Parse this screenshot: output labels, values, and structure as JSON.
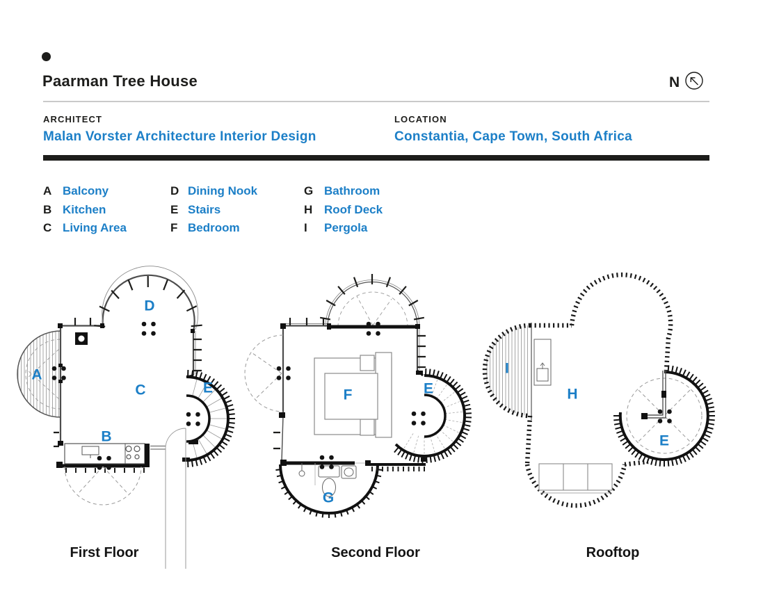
{
  "header": {
    "title": "Paarman Tree House",
    "compass_label": "N"
  },
  "info": {
    "architect_label": "ARCHITECT",
    "architect_name": "Malan Vorster Architecture Interior Design",
    "location_label": "LOCATION",
    "location_name": "Constantia, Cape Town, South Africa"
  },
  "legend": {
    "items": [
      {
        "letter": "A",
        "label": "Balcony"
      },
      {
        "letter": "B",
        "label": "Kitchen"
      },
      {
        "letter": "C",
        "label": "Living Area"
      },
      {
        "letter": "D",
        "label": "Dining Nook"
      },
      {
        "letter": "E",
        "label": "Stairs"
      },
      {
        "letter": "F",
        "label": "Bedroom"
      },
      {
        "letter": "G",
        "label": "Bathroom"
      },
      {
        "letter": "H",
        "label": "Roof Deck"
      },
      {
        "letter": "I",
        "label": "Pergola"
      }
    ]
  },
  "plans": [
    {
      "caption": "First Floor",
      "labels": [
        {
          "letter": "A"
        },
        {
          "letter": "B"
        },
        {
          "letter": "C"
        },
        {
          "letter": "D"
        },
        {
          "letter": "E"
        }
      ]
    },
    {
      "caption": "Second Floor",
      "labels": [
        {
          "letter": "E"
        },
        {
          "letter": "F"
        },
        {
          "letter": "G"
        }
      ]
    },
    {
      "caption": "Rooftop",
      "labels": [
        {
          "letter": "E"
        },
        {
          "letter": "H"
        },
        {
          "letter": "I"
        }
      ]
    }
  ],
  "colors": {
    "accent_blue": "#1c7fc7",
    "ink": "#1d1d1b"
  }
}
